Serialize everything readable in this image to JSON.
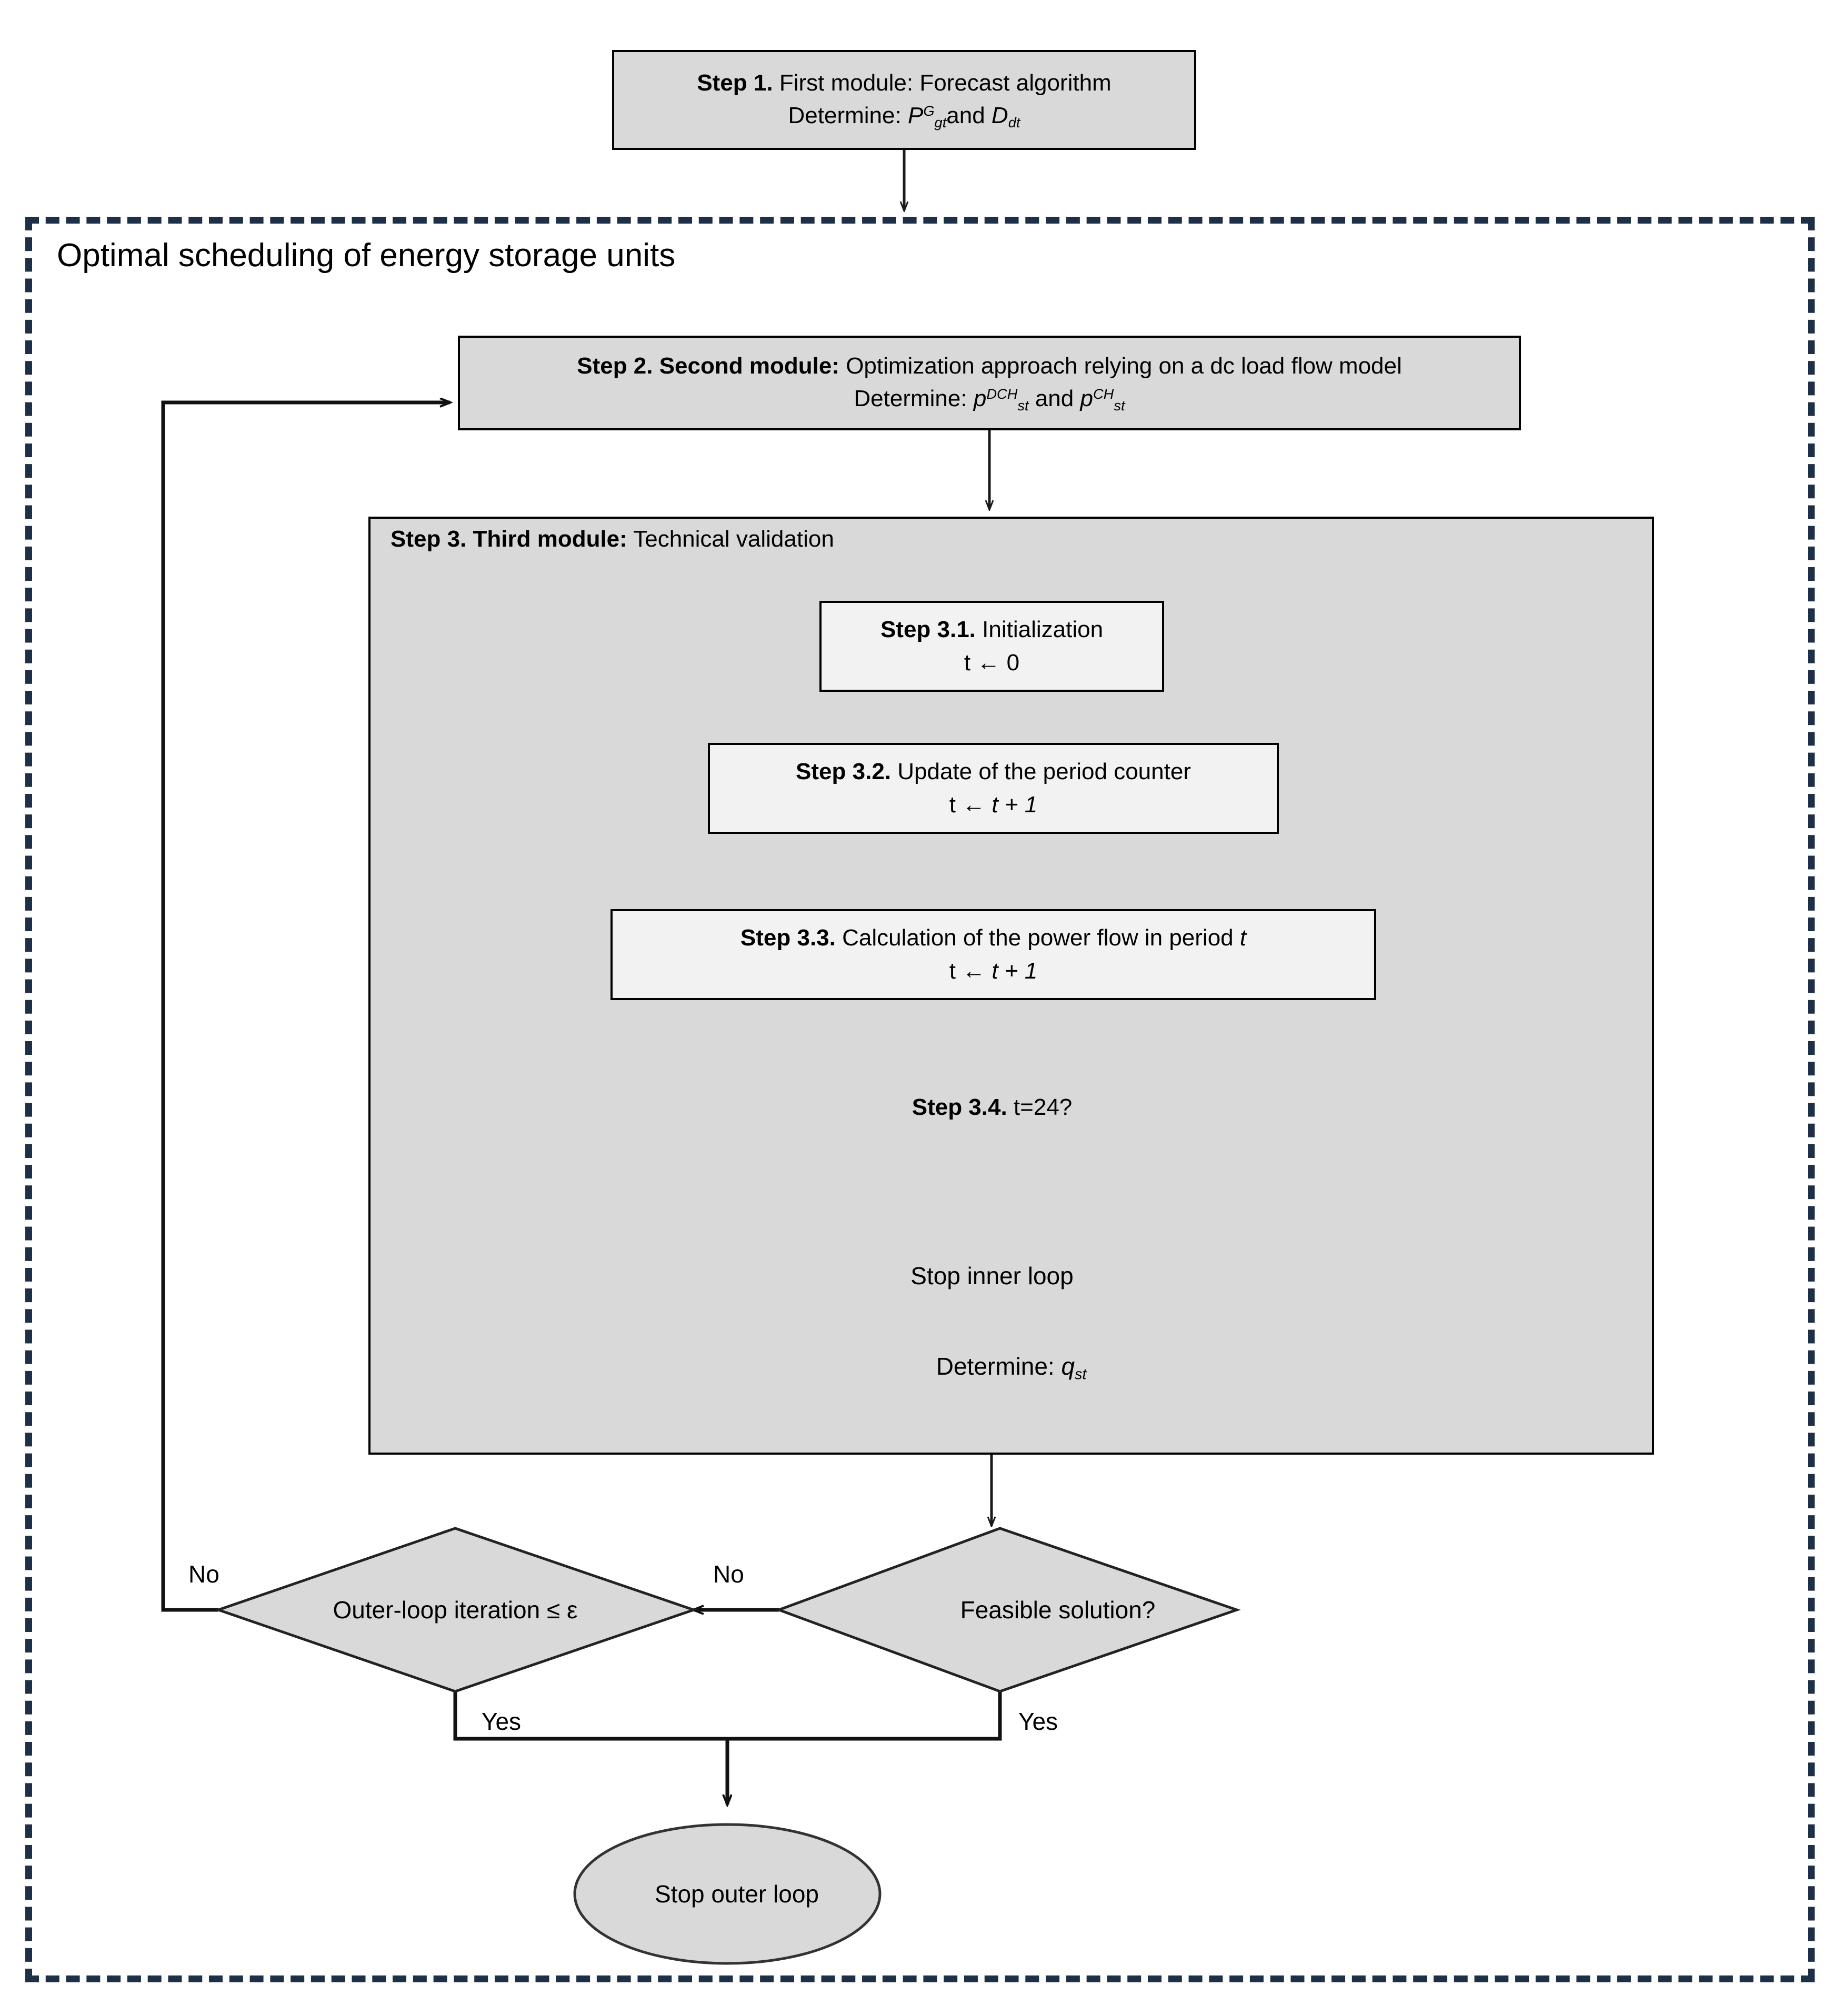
{
  "diagram": {
    "title": "Optimal scheduling of energy storage units",
    "palette": {
      "dashed_border": "#1e3048",
      "node_fill_dark": "#d9d9d9",
      "node_fill_light": "#f2f2f2",
      "stroke": "#000000",
      "page_background": "#ffffff"
    },
    "nodes": {
      "step1": {
        "shape": "process",
        "line1_bold": "Step 1.",
        "line1_rest": " First module: Forecast algorithm",
        "line2_prefix": "Determine: ",
        "line2_symbol1_base": "P",
        "line2_symbol1_sup": "G",
        "line2_symbol1_sub": "gt",
        "line2_joiner": "and ",
        "line2_symbol2_base": "D",
        "line2_symbol2_sub": "dt"
      },
      "step2": {
        "shape": "process",
        "line1_bold": "Step 2. Second module:",
        "line1_rest": " Optimization approach relying on a dc load flow model",
        "line2_prefix": "Determine: ",
        "line2_symbol1_base": "p",
        "line2_symbol1_sup": "DCH",
        "line2_symbol1_sub": "st",
        "line2_joiner": " and ",
        "line2_symbol2_base": "p",
        "line2_symbol2_sup": "CH",
        "line2_symbol2_sub": "st"
      },
      "step3": {
        "shape": "container",
        "title_bold": "Step 3. Third module:",
        "title_rest": " Technical validation",
        "determine_prefix": "Determine: ",
        "determine_symbol_base": "q",
        "determine_symbol_sub": "st"
      },
      "step31": {
        "shape": "process",
        "line1_bold": "Step 3.1.",
        "line1_rest": " Initialization",
        "line2": "t ← 0"
      },
      "step32": {
        "shape": "process",
        "line1_bold": "Step 3.2.",
        "line1_rest": " Update of the period counter",
        "line2_var": "t",
        "line2_rest": " ← t + 1"
      },
      "step33": {
        "shape": "process",
        "line1_bold": "Step 3.3.",
        "line1_rest": " Calculation of the power flow in period ",
        "line1_italic": "t",
        "line2_var": "t",
        "line2_rest": " ← t + 1"
      },
      "step34": {
        "shape": "decision",
        "label_bold": "Step 3.4.",
        "label_rest": " t=24?"
      },
      "inner_stop": {
        "shape": "terminator",
        "label": "Stop inner loop"
      },
      "outer_iteration": {
        "shape": "decision",
        "label": "Outer-loop iteration ≤ ε"
      },
      "feasible": {
        "shape": "decision",
        "label": "Feasible solution?"
      },
      "outer_stop": {
        "shape": "terminator",
        "label": "Stop outer loop"
      }
    },
    "edge_labels": {
      "no_left": "No",
      "no_middle": "No",
      "yes_left": "Yes",
      "yes_right": "Yes"
    }
  }
}
